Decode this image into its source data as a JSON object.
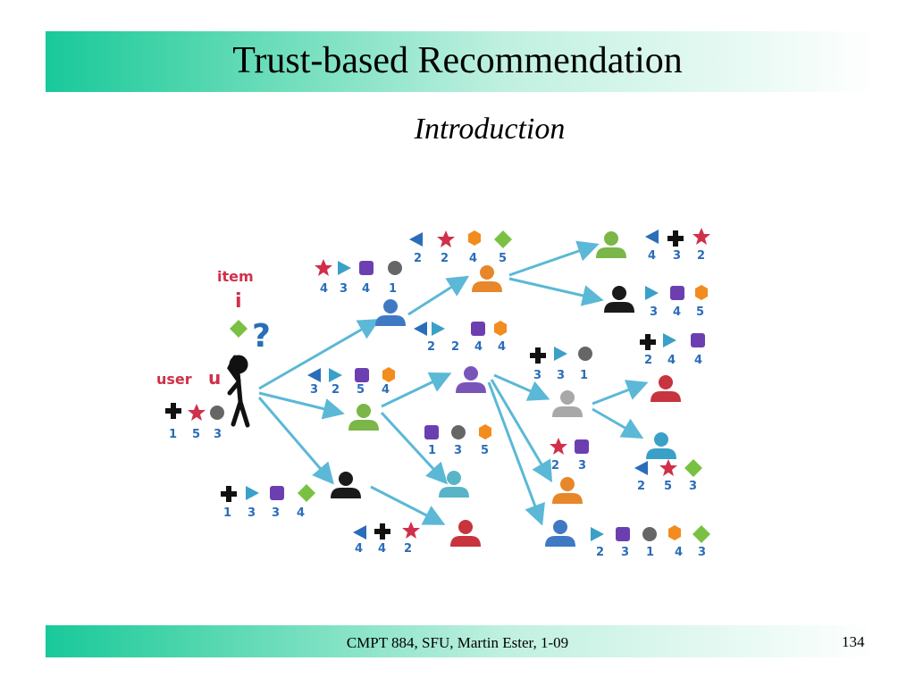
{
  "slide": {
    "title": "Trust-based Recommendation",
    "subtitle": "Introduction",
    "footer": "CMPT 884, SFU, Martin Ester, 1-09",
    "page_number": "134"
  },
  "diagram": {
    "item_label": "item",
    "item_var": "i",
    "user_label": "user",
    "user_var": "u",
    "question_mark": "?",
    "user_u_ratings": [
      "1",
      "5",
      "3"
    ],
    "n_upper_ratings": [
      "4",
      "3",
      "4",
      "1"
    ],
    "n_mid_ratings": [
      "3",
      "2",
      "5",
      "4"
    ],
    "n_low_ratings": [
      "1",
      "3",
      "3",
      "4"
    ],
    "top_orange_ratings": [
      "2",
      "2",
      "4",
      "5"
    ],
    "mid_orange_ratings": [
      "2",
      "2",
      "4",
      "4"
    ],
    "purple_ratings": [
      "1",
      "3",
      "5"
    ],
    "bottom_red_ratings": [
      "4",
      "4",
      "2"
    ],
    "top_right_green_ratings": [
      "4",
      "3",
      "2"
    ],
    "top_right_black_ratings": [
      "3",
      "4",
      "5"
    ],
    "gray_ratings": [
      "3",
      "3",
      "1"
    ],
    "right_red_ratings": [
      "2",
      "4",
      "4"
    ],
    "small_orange_ratings": [
      "2",
      "3"
    ],
    "right_teal_ratings": [
      "2",
      "5",
      "3"
    ],
    "bottom_blue_ratings": [
      "2",
      "3",
      "1",
      "4",
      "3"
    ],
    "colors": {
      "arrow": "#5bb8d6",
      "accent_red": "#d0304a",
      "label_blue": "#2a6db8",
      "title_bar_start": "#18c99a"
    }
  }
}
